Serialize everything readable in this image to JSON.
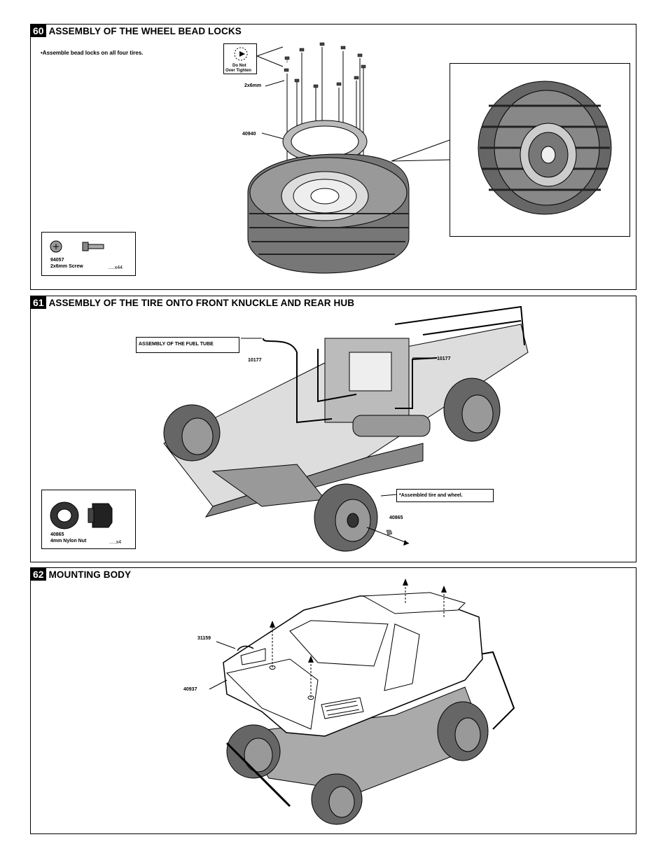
{
  "step60": {
    "number": "60",
    "title": "ASSEMBLY OF THE WHEEL BEAD LOCKS",
    "note": "•Assemble bead locks on all four tires.",
    "warning_line1": "Do Not",
    "warning_line2": "Over Tighten",
    "screw_label": "2x6mm",
    "part_beadlock": "40940",
    "parts_box": {
      "part_number": "94057",
      "part_name": "2x6mm Screw",
      "qty": ".....x44"
    }
  },
  "step61": {
    "number": "61",
    "title": "ASSEMBLY OF THE TIRE ONTO FRONT KNUCKLE AND REAR HUB",
    "fuel_tube_box": "ASSEMBLY OF THE FUEL TUBE",
    "fuel_part_left": "10177",
    "fuel_part_right": "10177",
    "assembled_note": "*Assembled tire and wheel.",
    "nut_part": "40865",
    "parts_box": {
      "part_number": "40865",
      "part_name": "4mm Nylon Nut",
      "qty": ".....x4"
    }
  },
  "step62": {
    "number": "62",
    "title": "MOUNTING BODY",
    "clip_part": "31159",
    "body_part": "40937"
  }
}
